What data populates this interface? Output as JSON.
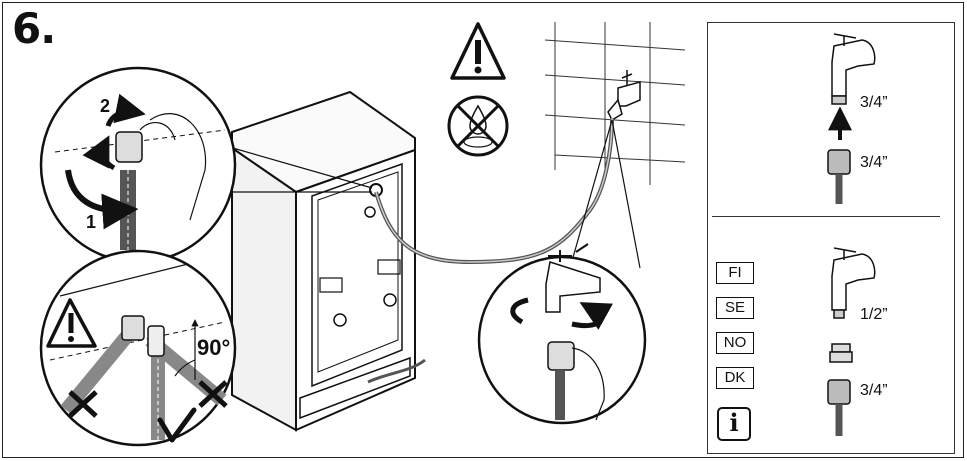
{
  "step_number": "6.",
  "callout_labels": {
    "rotate_step_2": "2",
    "rotate_step_1": "1",
    "angle": "90°"
  },
  "thread_sizes": {
    "top_tap": "3/4”",
    "top_hose": "3/4”",
    "bottom_tap": "1/2”",
    "bottom_hose": "3/4”"
  },
  "country_codes": [
    "FI",
    "SE",
    "NO",
    "DK"
  ],
  "info_symbol": "i",
  "icons": [
    "warning-icon",
    "no-water-drip-icon",
    "tap-icon",
    "hose-connector-icon",
    "adapter-icon",
    "info-icon",
    "arrow-up-icon",
    "check-mark-icon",
    "cross-mark-icon",
    "rotate-arrow-icon"
  ]
}
